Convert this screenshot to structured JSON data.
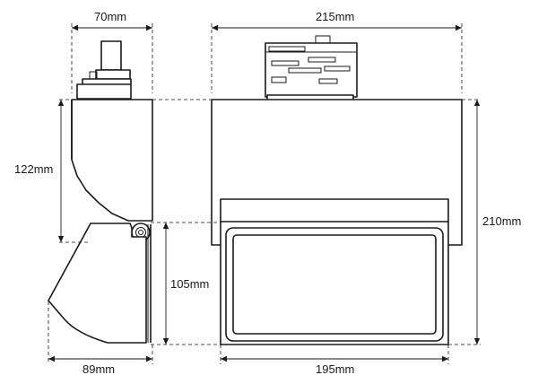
{
  "dimensions": {
    "side_width": "70mm",
    "front_width": "215mm",
    "side_body_height": "122mm",
    "head_height": "105mm",
    "total_height": "210mm",
    "side_head_depth": "89mm",
    "head_width": "195mm"
  }
}
